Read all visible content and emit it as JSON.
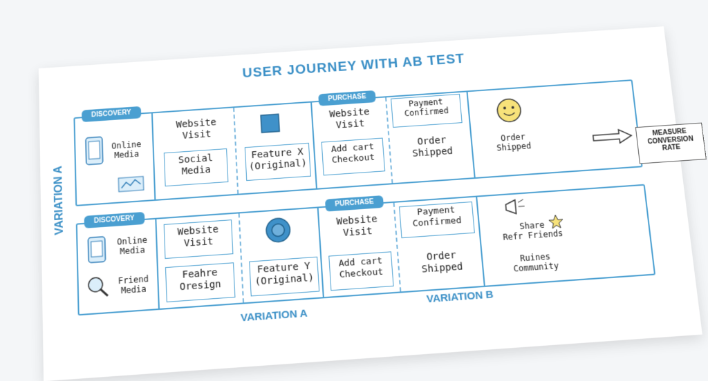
{
  "title": "USER JOURNEY WITH AB TEST",
  "side_label": "VARIATION A",
  "row_a": {
    "discovery_tag": "DISCOVERY",
    "purchase_tag": "PURCHASE",
    "online_media": "Online\nMedia",
    "website_visit": "Website\nVisit",
    "social_media": "Social\nMedia",
    "feature": "Feature X\n(Original)",
    "purchase_visit": "Website\nVisit",
    "add_cart": "Add cart\nCheckout",
    "payment": "Payment\nConfirmed",
    "order_shipped": "Order\nShipped",
    "end_order_shipped": "Order\nShipped"
  },
  "row_b": {
    "discovery_tag": "DISCOVERY",
    "purchase_tag": "PURCHASE",
    "online_media": "Online\nMedia",
    "friend_media": "Friend\nMedia",
    "website_visit": "Website\nVisit",
    "feature_design": "Feahre\nOresign",
    "feature": "Feature Y\n(Original)",
    "purchase_visit": "Website\nVisit",
    "add_cart": "Add cart\nCheckout",
    "payment": "Payment\nConfirmed",
    "order_shipped": "Order\nShipped",
    "share": "Share\nRefr Friends",
    "community": "Ruines\nCommunity"
  },
  "measure": "MEASURE\nCONVERSION\nRATE",
  "footer_a": "VARIATION A",
  "footer_b": "VARIATION B",
  "colors": {
    "accent": "#4a9fd1",
    "title": "#3a8fc6"
  }
}
